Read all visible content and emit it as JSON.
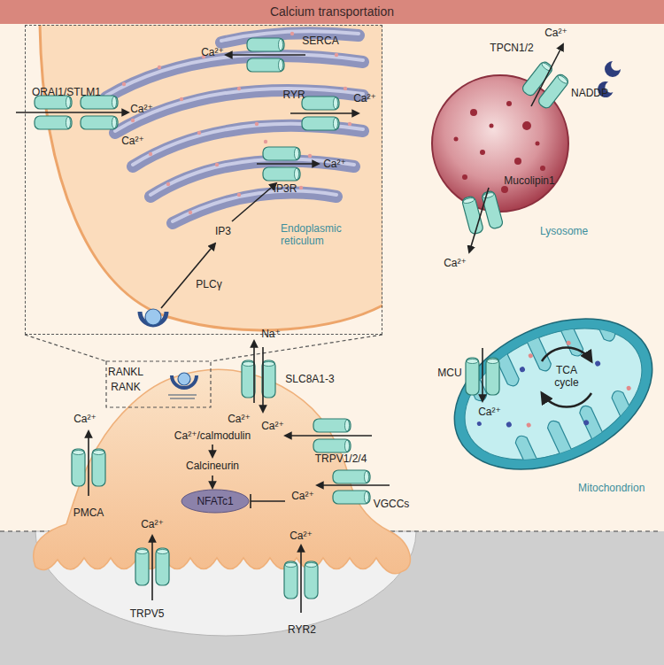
{
  "diagram": {
    "title": "Calcium transportation",
    "nodes": [
      {
        "text": [
          "Endoplasmic reticulum"
        ]
      },
      {
        "text": [
          "NFATc1"
        ]
      },
      {
        "text": [
          "Lysosome"
        ]
      },
      {
        "text": [
          "Mitochondrion"
        ]
      }
    ],
    "labels": [
      "ORAI1/STLM1",
      "Ca²⁺",
      "Ca²⁺",
      "SERCA",
      "Ca²⁺",
      "RYR",
      "Ca²⁺",
      "IP3R",
      "Ca²⁺",
      "IP3",
      "PLCγ",
      "RANKL",
      "RANK",
      "Na⁺",
      "Ca²⁺",
      "SLC8A1-3",
      "Ca²⁺/calmodulin",
      "Calcineurin",
      "TRPV1/2/4",
      "Ca²⁺",
      "VGCCs",
      "Ca²⁺",
      "PMCA",
      "Ca²⁺",
      "Ca²⁺",
      "TRPV5",
      "Ca²⁺",
      "RYR2",
      "Ca²⁺",
      "TPCN1/2",
      "NADDP",
      "Mucolipin1",
      "Ca²⁺",
      "MCU",
      "Ca²⁺",
      "TCA cycle"
    ]
  }
}
